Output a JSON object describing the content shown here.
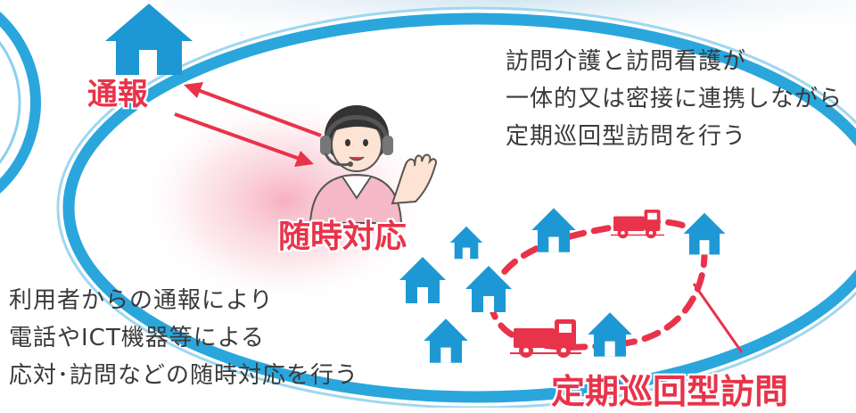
{
  "labels": {
    "tsuho": "通報",
    "zuiji": "随時対応",
    "teiki": "定期巡回型訪問"
  },
  "desc_top": {
    "line1": "訪問介護と訪問看護が",
    "line2": "一体的又は密接に連携しながら",
    "line3": "定期巡回型訪問を行う"
  },
  "desc_left": {
    "line1": "利用者からの通報により",
    "line2": "電話やICT機器等による",
    "line3": "応対･訪問などの随時対応を行う"
  },
  "colors": {
    "house": "#1e98d4",
    "ellipse": "#2aa6dd",
    "red": "#e8334a",
    "headset": "#555555"
  },
  "icons": [
    "house-icon",
    "truck-icon",
    "operator-illustration",
    "arrow-icon"
  ]
}
